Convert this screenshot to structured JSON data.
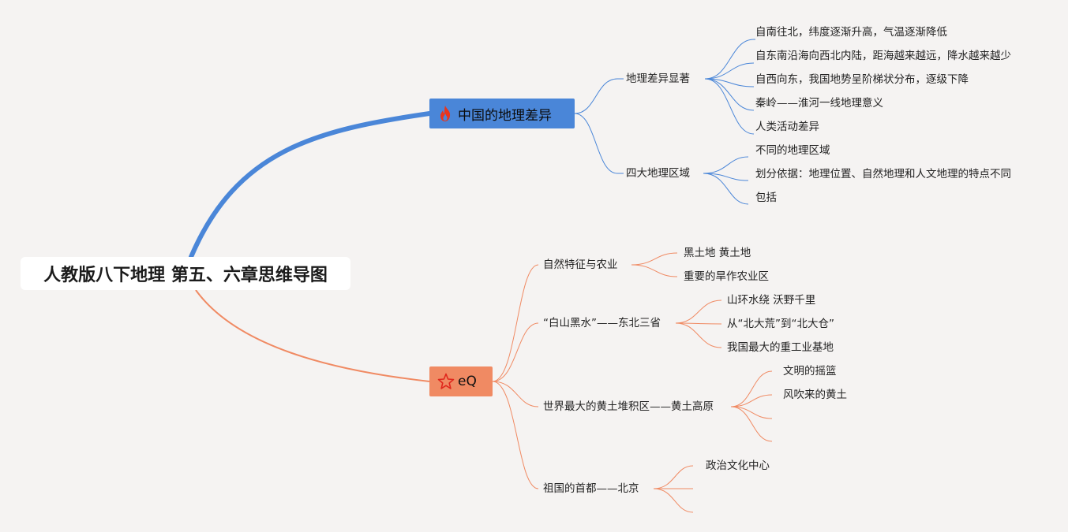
{
  "root": {
    "label": "人教版八下地理 第五、六章思维导图"
  },
  "branches": {
    "china": {
      "label": "中国的地理差异",
      "icon": "fire-icon",
      "color": "#4a86d8",
      "diff": {
        "label": "地理差异显著",
        "items": [
          "自南往北，纬度逐渐升高，气温逐渐降低",
          "自东南沿海向西北内陆，距海越来越远，降水越来越少",
          "自西向东，我国地势呈阶梯状分布，逐级下降",
          "秦岭——淮河一线地理意义",
          "人类活动差异"
        ]
      },
      "regions": {
        "label": "四大地理区域",
        "items": [
          "不同的地理区域",
          "划分依据：地理位置、自然地理和人文地理的特点不同",
          "包括"
        ]
      }
    },
    "eq": {
      "label": "eQ",
      "icon": "star-icon",
      "color": "#f08a63",
      "nature": {
        "label": "自然特征与农业",
        "items": [
          "黑土地 黄土地",
          "重要的旱作农业区"
        ]
      },
      "northeast": {
        "label": "“白山黑水”——东北三省",
        "items": [
          "山环水绕 沃野千里",
          "从“北大荒”到“北大仓”",
          "我国最大的重工业基地"
        ]
      },
      "loess": {
        "label": "世界最大的黄土堆积区——黄土高原",
        "items": [
          "文明的摇篮",
          "风吹来的黄土"
        ]
      },
      "beijing": {
        "label": "祖国的首都——北京",
        "items": [
          "政治文化中心"
        ]
      }
    }
  }
}
